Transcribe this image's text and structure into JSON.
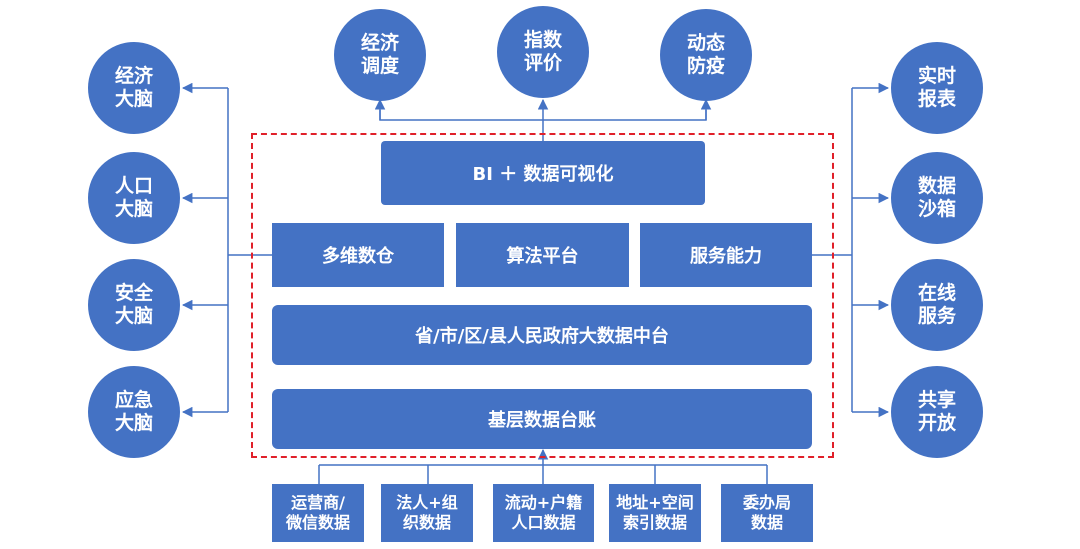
{
  "colors": {
    "node": "#4472c4",
    "line": "#4472c4",
    "dashed_border": "#e0202a"
  },
  "top_outputs": [
    "经济\n调度",
    "指数\n评价",
    "动态\n防疫"
  ],
  "left_outputs": [
    "经济\n大脑",
    "人口\n大脑",
    "安全\n大脑",
    "应急\n大脑"
  ],
  "right_outputs": [
    "实时\n报表",
    "数据\n沙箱",
    "在线\n服务",
    "共享\n开放"
  ],
  "platform": {
    "visualization": "BI ＋ 数据可视化",
    "middle_row": [
      "多维数仓",
      "算法平台",
      "服务能力"
    ],
    "data_center": "省/市/区/县人民政府大数据中台",
    "ledger": "基层数据台账"
  },
  "data_sources": [
    "运营商/\n微信数据",
    "法人+组\n织数据",
    "流动+户籍\n人口数据",
    "地址+空间\n索引数据",
    "委办局\n数据"
  ]
}
